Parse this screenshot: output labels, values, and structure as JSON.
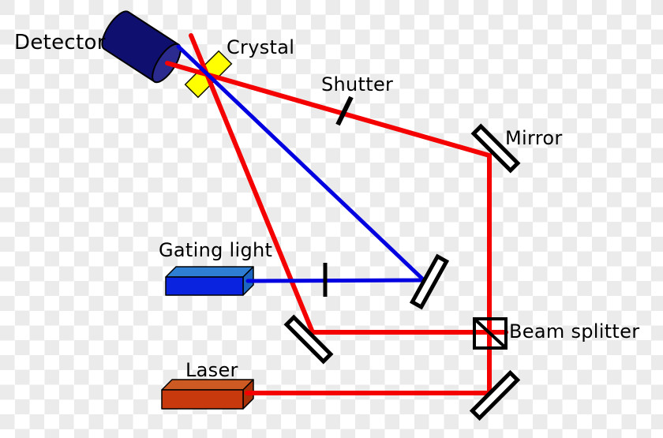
{
  "labels": {
    "detector": "Detector",
    "crystal": "Crystal",
    "shutter": "Shutter",
    "mirror": "Mirror",
    "gating_light": "Gating light",
    "beam_splitter": "Beam splitter",
    "laser": "Laser"
  },
  "colors": {
    "beam_red": "#f40000",
    "beam_blue": "#0000e0",
    "crystal_yellow": "#ffff00",
    "detector_body": "#0f0f70",
    "detector_face": "#2b2b8f",
    "gating_front": "#0a23de",
    "gating_top": "#2e7fd4",
    "gating_side": "#1c66c2",
    "laser_front": "#c83a0e",
    "laser_top": "#cc5a22",
    "laser_side": "#a93108",
    "mirror_fill": "#ffffff",
    "outline": "#000000",
    "checker_light": "#ffffff",
    "checker_gray": "#ebebeb"
  },
  "components": {
    "detector": "detector (photodetector cylinder)",
    "crystal": "nonlinear gating crystal",
    "shutter": "shutter tick on red beam",
    "mirror_top_right": "mirror",
    "mirror_mid_left": "mirror",
    "mirror_bottom_right": "mirror",
    "mirror_gating": "mirror",
    "beam_splitter": "beam splitter cube",
    "gating_light_source": "gating light source box",
    "laser_source": "laser source box",
    "gating_beam_tick": "tick mark on gating beam"
  }
}
